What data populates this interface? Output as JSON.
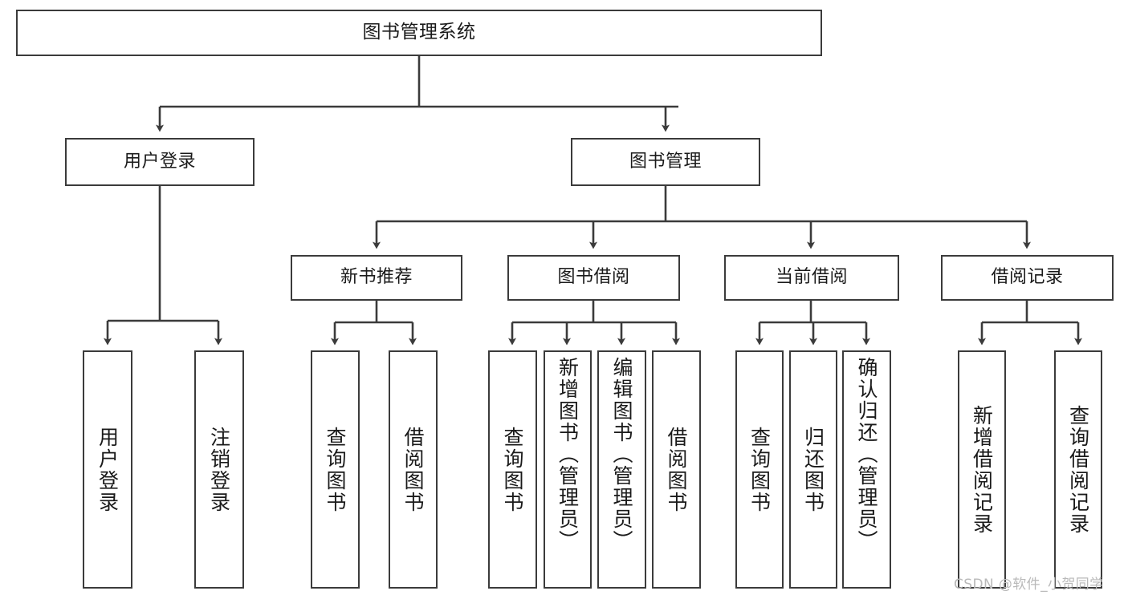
{
  "diagram": {
    "title": "图书管理系统",
    "type": "hierarchy-tree",
    "watermark": "CSDN @软件_小贺同学",
    "colors": {
      "stroke": "#3b3b3b",
      "fill": "#ffffff",
      "text": "#1a1a1a",
      "watermark": "#b9b9b9"
    },
    "nodes": {
      "root": {
        "label": "图书管理系统",
        "level": 0,
        "orientation": "horizontal"
      },
      "l1_0": {
        "label": "用户登录",
        "level": 1,
        "orientation": "horizontal"
      },
      "l1_1": {
        "label": "图书管理",
        "level": 1,
        "orientation": "horizontal"
      },
      "l2_0": {
        "label": "新书推荐",
        "level": 2,
        "orientation": "horizontal"
      },
      "l2_1": {
        "label": "图书借阅",
        "level": 2,
        "orientation": "horizontal"
      },
      "l2_2": {
        "label": "当前借阅",
        "level": 2,
        "orientation": "horizontal"
      },
      "l2_3": {
        "label": "借阅记录",
        "level": 2,
        "orientation": "horizontal"
      },
      "leaf_0": {
        "label": "用户登录",
        "level": 3,
        "orientation": "vertical",
        "parent": "用户登录"
      },
      "leaf_1": {
        "label": "注销登录",
        "level": 3,
        "orientation": "vertical",
        "parent": "用户登录"
      },
      "leaf_2": {
        "label": "查询图书",
        "level": 3,
        "orientation": "vertical",
        "parent": "新书推荐"
      },
      "leaf_3": {
        "label": "借阅图书",
        "level": 3,
        "orientation": "vertical",
        "parent": "新书推荐"
      },
      "leaf_4": {
        "label": "查询图书",
        "level": 3,
        "orientation": "vertical",
        "parent": "图书借阅"
      },
      "leaf_5": {
        "label": "新增图书（管理员）",
        "level": 3,
        "orientation": "vertical",
        "parent": "图书借阅"
      },
      "leaf_6": {
        "label": "编辑图书（管理员）",
        "level": 3,
        "orientation": "vertical",
        "parent": "图书借阅"
      },
      "leaf_7": {
        "label": "借阅图书",
        "level": 3,
        "orientation": "vertical",
        "parent": "图书借阅"
      },
      "leaf_8": {
        "label": "查询图书",
        "level": 3,
        "orientation": "vertical",
        "parent": "当前借阅"
      },
      "leaf_9": {
        "label": "归还图书",
        "level": 3,
        "orientation": "vertical",
        "parent": "当前借阅"
      },
      "leaf_10": {
        "label": "确认归还（管理员）",
        "level": 3,
        "orientation": "vertical",
        "parent": "当前借阅"
      },
      "leaf_11": {
        "label": "新增借阅记录",
        "level": 3,
        "orientation": "vertical",
        "parent": "借阅记录"
      },
      "leaf_12": {
        "label": "查询借阅记录",
        "level": 3,
        "orientation": "vertical",
        "parent": "借阅记录"
      }
    }
  }
}
